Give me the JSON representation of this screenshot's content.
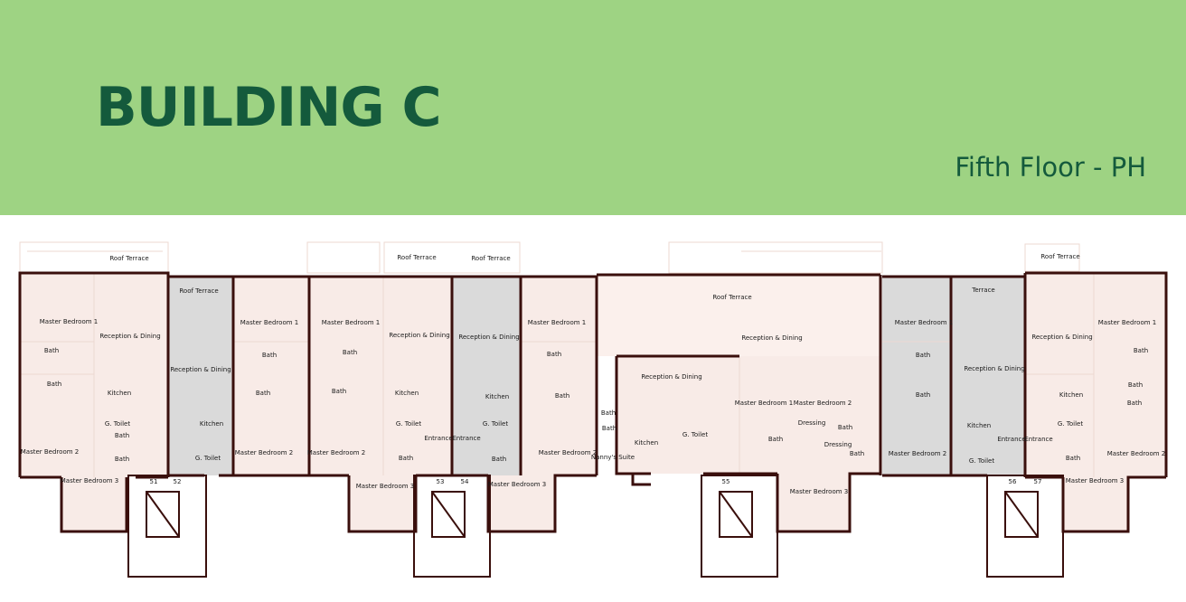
{
  "header": {
    "title": "BUILDING C",
    "subtitle": "Fifth Floor - PH"
  },
  "colors": {
    "header_bg": "#9ed383",
    "heading_text": "#145a3c",
    "wall": "#3a0f0c",
    "apartment_fill": "#f8ebe7",
    "shared_fill": "#dadada",
    "terrace_fill": "#fbf0ec",
    "ghost_line": "#ecd8d2"
  },
  "plan": {
    "rooms": [
      {
        "id": "r1",
        "label": "Roof Terrace"
      },
      {
        "id": "r2",
        "label": "Roof Terrace"
      },
      {
        "id": "r3",
        "label": "Roof Terrace"
      },
      {
        "id": "r4",
        "label": "Roof Terrace"
      },
      {
        "id": "r5",
        "label": "Roof Terrace"
      },
      {
        "id": "r6",
        "label": "Terrace"
      },
      {
        "id": "r7",
        "label": "Roof Terrace"
      },
      {
        "id": "r8",
        "label": "Master Bedroom 1"
      },
      {
        "id": "r9",
        "label": "Reception & Dining"
      },
      {
        "id": "r10",
        "label": "Master Bedroom 1"
      },
      {
        "id": "r11",
        "label": "Master Bedroom 1"
      },
      {
        "id": "r12",
        "label": "Reception & Dining"
      },
      {
        "id": "r13",
        "label": "Reception & Dining"
      },
      {
        "id": "r14",
        "label": "Master Bedroom 1"
      },
      {
        "id": "r15",
        "label": "Reception & Dining"
      },
      {
        "id": "r16",
        "label": "Master Bedroom 1"
      },
      {
        "id": "r17",
        "label": "Reception & Dining"
      },
      {
        "id": "r18",
        "label": "Master Bedroom 1"
      },
      {
        "id": "r19",
        "label": "Bath"
      },
      {
        "id": "r20",
        "label": "Reception & Dining"
      },
      {
        "id": "r21",
        "label": "Bath"
      },
      {
        "id": "r22",
        "label": "Bath"
      },
      {
        "id": "r23",
        "label": "Bath"
      },
      {
        "id": "r24",
        "label": "Bath"
      },
      {
        "id": "r25",
        "label": "Bath"
      },
      {
        "id": "r26",
        "label": "Bath"
      },
      {
        "id": "r27",
        "label": "Reception & Dining"
      },
      {
        "id": "r28",
        "label": "Bath"
      },
      {
        "id": "r29",
        "label": "Reception & Dining"
      },
      {
        "id": "r30",
        "label": "Bath"
      },
      {
        "id": "r31",
        "label": "Bath"
      },
      {
        "id": "r32",
        "label": "Kitchen"
      },
      {
        "id": "r33",
        "label": "Bath"
      },
      {
        "id": "r34",
        "label": "Kitchen"
      },
      {
        "id": "r35",
        "label": "Kitchen"
      },
      {
        "id": "r36",
        "label": "Bath"
      },
      {
        "id": "r37",
        "label": "Master Bedroom 1"
      },
      {
        "id": "r38",
        "label": "Master Bedroom 2"
      },
      {
        "id": "r39",
        "label": "Bath"
      },
      {
        "id": "r40",
        "label": "Kitchen"
      },
      {
        "id": "r41",
        "label": "G. Toilet"
      },
      {
        "id": "r42",
        "label": "Kitchen"
      },
      {
        "id": "r43",
        "label": "G. Toilet"
      },
      {
        "id": "r44",
        "label": "G. Toilet"
      },
      {
        "id": "r45",
        "label": "Bath"
      },
      {
        "id": "r46",
        "label": "Dressing"
      },
      {
        "id": "r47",
        "label": "Bath"
      },
      {
        "id": "r48",
        "label": "Kitchen"
      },
      {
        "id": "r49",
        "label": "G. Toilet"
      },
      {
        "id": "r50",
        "label": "Bath"
      },
      {
        "id": "r51",
        "label": "Entrance"
      },
      {
        "id": "r52",
        "label": "Entrance"
      },
      {
        "id": "r53",
        "label": "G. Toilet"
      },
      {
        "id": "r54",
        "label": "Bath"
      },
      {
        "id": "r55",
        "label": "Dressing"
      },
      {
        "id": "r56",
        "label": "Bath"
      },
      {
        "id": "r57",
        "label": "Entrance"
      },
      {
        "id": "r58",
        "label": "Entrance"
      },
      {
        "id": "r59",
        "label": "Kitchen"
      },
      {
        "id": "r60",
        "label": "Master Bedroom 2"
      },
      {
        "id": "r61",
        "label": "Master Bedroom 2"
      },
      {
        "id": "r62",
        "label": "Master Bedroom 2"
      },
      {
        "id": "r63",
        "label": "Master Bedroom 2"
      },
      {
        "id": "r64",
        "label": "Master Bedroom 2"
      },
      {
        "id": "r65",
        "label": "Master Bedroom 2"
      },
      {
        "id": "r66",
        "label": "Bath"
      },
      {
        "id": "r67",
        "label": "G. Toilet"
      },
      {
        "id": "r68",
        "label": "Bath"
      },
      {
        "id": "r69",
        "label": "Bath"
      },
      {
        "id": "r70",
        "label": "Bath"
      },
      {
        "id": "r71",
        "label": "Nanny's Suite"
      },
      {
        "id": "r72",
        "label": "G. Toilet"
      },
      {
        "id": "r73",
        "label": "Bath"
      },
      {
        "id": "r74",
        "label": "Master Bedroom 3"
      },
      {
        "id": "r75",
        "label": "Master Bedroom 3"
      },
      {
        "id": "r76",
        "label": "Master Bedroom 3"
      },
      {
        "id": "r77",
        "label": "Master Bedroom 3"
      },
      {
        "id": "r78",
        "label": "Master Bedroom 3"
      }
    ],
    "unit_numbers": [
      {
        "id": "u51",
        "label": "51"
      },
      {
        "id": "u52",
        "label": "52"
      },
      {
        "id": "u53",
        "label": "53"
      },
      {
        "id": "u54",
        "label": "54"
      },
      {
        "id": "u55",
        "label": "55"
      },
      {
        "id": "u56",
        "label": "56"
      },
      {
        "id": "u57",
        "label": "57"
      }
    ]
  }
}
